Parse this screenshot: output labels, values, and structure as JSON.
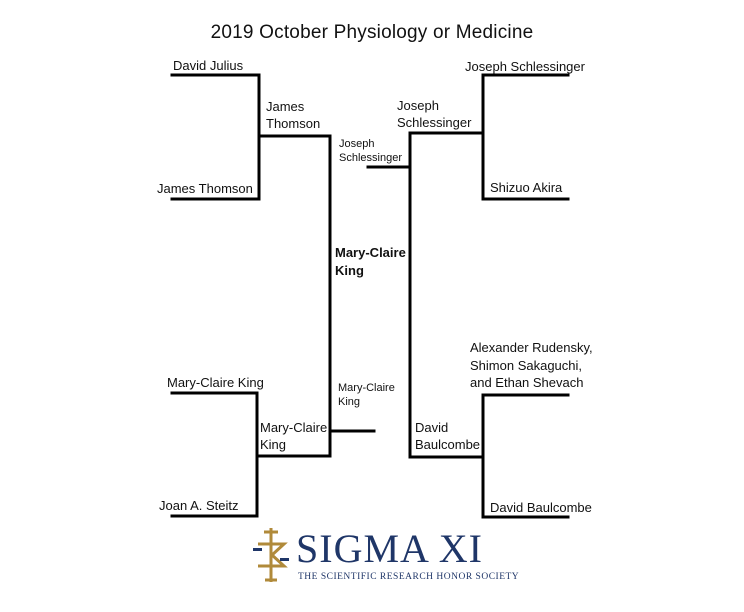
{
  "title": "2019 October Physiology or Medicine",
  "bracket": {
    "round1": {
      "top_left_a": "David Julius",
      "top_left_b": "James Thomson",
      "bottom_left_a": "Mary-Claire King",
      "bottom_left_b": "Joan A. Steitz",
      "top_right_a": "Joseph Schlessinger",
      "top_right_b": "Shizuo Akira",
      "bottom_right_a": [
        "Alexander Rudensky,",
        "Shimon Sakaguchi,",
        "and Ethan Shevach"
      ],
      "bottom_right_b": "David Baulcombe"
    },
    "round2": {
      "top_left": [
        "James",
        "Thomson"
      ],
      "bottom_left": [
        "Mary-Claire",
        "King"
      ],
      "top_right": [
        "Joseph",
        "Schlessinger"
      ],
      "bottom_right": [
        "David",
        "Baulcombe"
      ]
    },
    "semifinal": {
      "left": [
        "Mary-Claire",
        "King"
      ],
      "right": [
        "Joseph",
        "Schlessinger"
      ]
    },
    "champion": [
      "Mary-Claire",
      "King"
    ]
  },
  "logo": {
    "name": "SIGMA XI",
    "tagline": "THE SCIENTIFIC RESEARCH HONOR SOCIETY",
    "color": "#1f3668",
    "gold": "#b08a3a"
  }
}
